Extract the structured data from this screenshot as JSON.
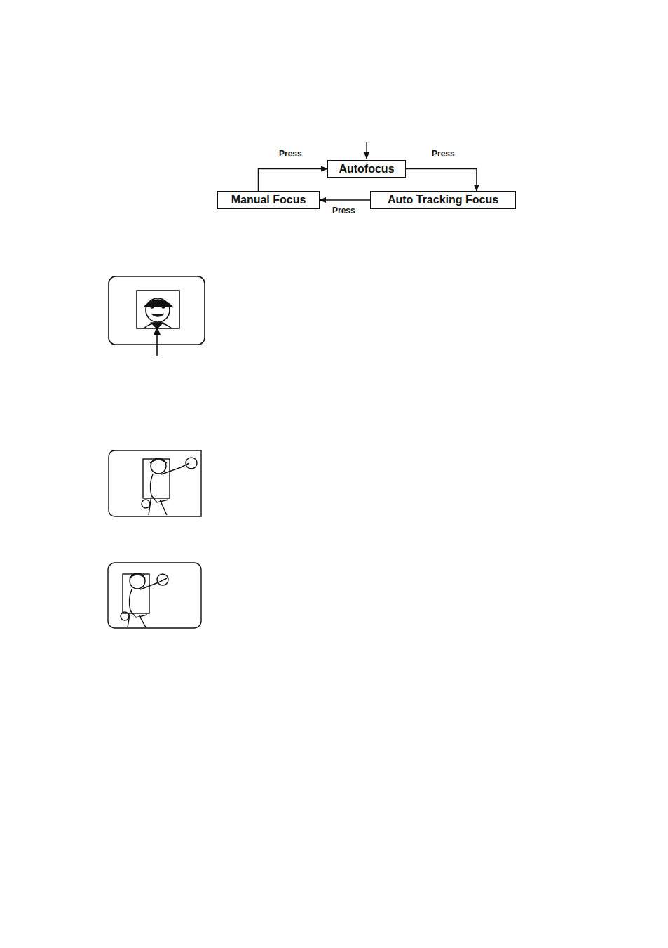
{
  "diagram": {
    "nodes": [
      {
        "text": [
          "Autofocus"
        ]
      },
      {
        "text": [
          "Manual Focus"
        ]
      },
      {
        "text": [
          "Auto Tracking Focus"
        ]
      }
    ],
    "edges": [
      {
        "from": 0,
        "to": 2,
        "label": "Press",
        "arrow": "to"
      },
      {
        "from": 2,
        "to": 1,
        "label": "Press",
        "arrow": "to"
      },
      {
        "from": 1,
        "to": 0,
        "label": "Press",
        "arrow": "to"
      }
    ]
  }
}
